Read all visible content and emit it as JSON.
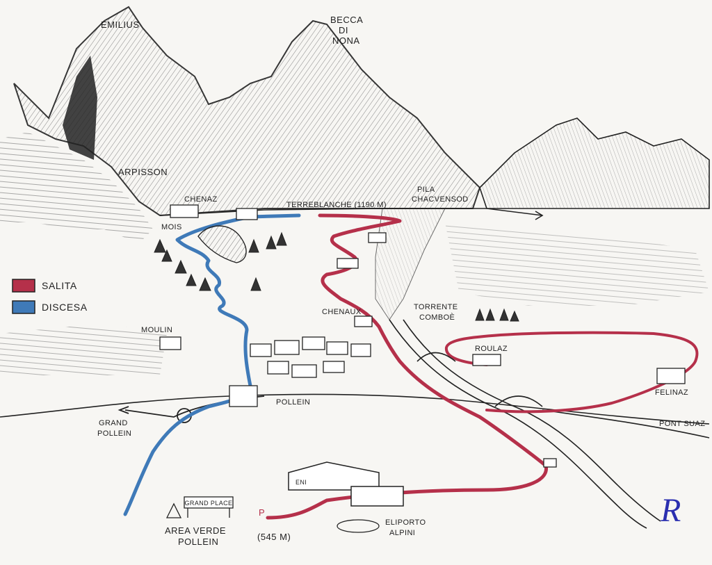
{
  "legend": {
    "ascent_label": "SALITA",
    "descent_label": "DISCESA",
    "ascent_color": "#b5304a",
    "descent_color": "#3f7ab8"
  },
  "peaks": {
    "emilius": "EMILIUS",
    "becca_di_nona_line1": "BECCA",
    "becca_di_nona_line2": "di",
    "becca_di_nona_line3": "NONA",
    "arpisson": "ARPISSON"
  },
  "places": {
    "chenaz": "CHENAZ",
    "mois": "MOIS",
    "terre_blanche": "TERREBLANCHE (1190 m)",
    "pila_line1": "PILA",
    "pila_line2": "CHACVENSOD",
    "chenaux": "CHENAUX",
    "torrente_line1": "TORRENTE",
    "torrente_line2": "COMBOÈ",
    "moulin": "MOULIN",
    "roulaz": "ROULAZ",
    "felinaz": "FELINAZ",
    "pollein": "POLLEIN",
    "grand_pollein_line1": "GRAND",
    "grand_pollein_line2": "POLLEIN",
    "pont_suaz": "PONT SUAZ",
    "area_verde_line1": "AREA VERDE",
    "area_verde_line2": "POLLEIN",
    "area_verde_alt": "(545 m)",
    "grand_place": "GRAND PLACE",
    "eliporto_line1": "ELIPORTO",
    "eliporto_line2": "ALPINI",
    "parking": "P",
    "eni_sign": "ENI"
  },
  "signature": "R"
}
